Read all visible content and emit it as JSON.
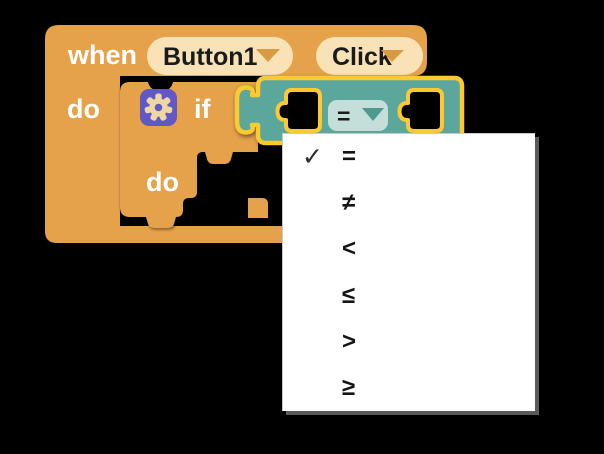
{
  "colors": {
    "background": "#000000",
    "block_orange": "#E5A24B",
    "field_pill": "#F8E2B6",
    "pill_arrow": "#D89A43",
    "mutator_purple": "#6158C6",
    "gear_cream": "#EFD7A4",
    "compare_teal": "#5CA79C",
    "compare_pill": "#C4DED9",
    "compare_arrow": "#4E9A8F",
    "selection_yellow": "#FDC930",
    "socket_hole": "#000000",
    "text_white": "#FFFFFF",
    "text_black": "#1A1A1A",
    "menu_bg": "#FFFFFF",
    "menu_text": "#151515"
  },
  "icons": {
    "gear": "gear-icon",
    "dropdown_arrow": "triangle-down-icon",
    "check": "checkmark-icon"
  },
  "when_block": {
    "when_label": "when",
    "component_dropdown": {
      "value": "Button1"
    },
    "event_dropdown": {
      "value": "Click"
    },
    "do_label": "do"
  },
  "if_block": {
    "if_label": "if",
    "do_label": "do"
  },
  "compare_block": {
    "operator_dropdown": {
      "value": "="
    }
  },
  "operator_menu": {
    "check_glyph": "✓",
    "items": [
      {
        "label": "=",
        "checked": true
      },
      {
        "label": "≠",
        "checked": false
      },
      {
        "label": "<",
        "checked": false
      },
      {
        "label": "≤",
        "checked": false
      },
      {
        "label": ">",
        "checked": false
      },
      {
        "label": "≥",
        "checked": false
      }
    ]
  }
}
